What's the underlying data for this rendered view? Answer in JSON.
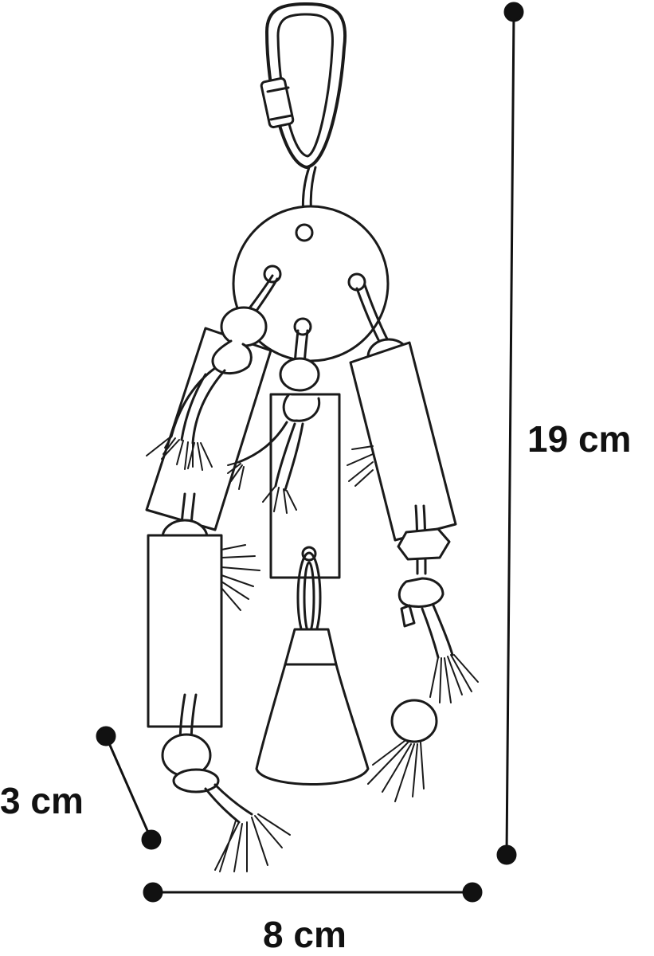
{
  "colors": {
    "ink": "#1a1a1a",
    "background": "#ffffff"
  },
  "dimensions": {
    "height": "19 cm",
    "depth": "3 cm",
    "width": "8 cm"
  }
}
